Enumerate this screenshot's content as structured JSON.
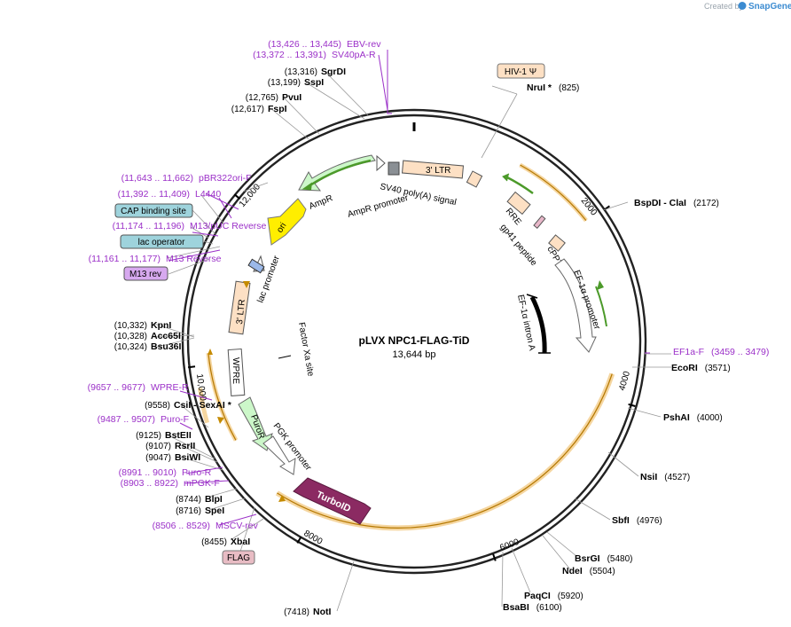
{
  "credit": {
    "text": "Created by",
    "brand": "SnapGene"
  },
  "plasmid": {
    "name": "pLVX NPC1-FLAG-TiD",
    "length_label": "13,644 bp"
  },
  "ticks": [
    "2000",
    "4000",
    "6000",
    "8000",
    "10,000",
    "12,000"
  ],
  "features": [
    {
      "name": "3' LTR",
      "type": "box",
      "color": "#fde0c4"
    },
    {
      "name": "SV40 poly(A) signal",
      "type": "label",
      "color": "#ffffff"
    },
    {
      "name": "AmpR",
      "type": "arrow",
      "color": "#ccf7c9"
    },
    {
      "name": "AmpR promoter",
      "type": "arrow",
      "color": "#ffffff"
    },
    {
      "name": "ori",
      "type": "arrow",
      "color": "#ffee00"
    },
    {
      "name": "lac promoter",
      "type": "arrow",
      "color": "#ffffff"
    },
    {
      "name": "3' LTR",
      "type": "box",
      "color": "#fde0c4"
    },
    {
      "name": "Factor Xa site",
      "type": "label",
      "color": "#ffffff"
    },
    {
      "name": "WPRE",
      "type": "box",
      "color": "#ffffff"
    },
    {
      "name": "PuroR",
      "type": "arrow",
      "color": "#ccf7c9"
    },
    {
      "name": "PGK promoter",
      "type": "arrow",
      "color": "#ffffff"
    },
    {
      "name": "TurboID",
      "type": "arrow",
      "color": "#8b2a62"
    },
    {
      "name": "RRE",
      "type": "box",
      "color": "#fde0c4"
    },
    {
      "name": "gp41 peptide",
      "type": "label",
      "color": "#ffffff"
    },
    {
      "name": "cPPT/CTS",
      "type": "box",
      "color": "#fde0c4"
    },
    {
      "name": "EF-1α promoter",
      "type": "arrow",
      "color": "#ffffff"
    },
    {
      "name": "EF-1α intron A",
      "type": "bar",
      "color": "#000000"
    }
  ],
  "enzymes": [
    {
      "name": "NruI *",
      "pos": "(825)"
    },
    {
      "name": "BspDI - ClaI",
      "pos": "(2172)"
    },
    {
      "name": "EcoRI",
      "pos": "(3571)"
    },
    {
      "name": "PshAI",
      "pos": "(4000)"
    },
    {
      "name": "NsiI",
      "pos": "(4527)"
    },
    {
      "name": "SbfI",
      "pos": "(4976)"
    },
    {
      "name": "BsrGI",
      "pos": "(5480)"
    },
    {
      "name": "NdeI",
      "pos": "(5504)"
    },
    {
      "name": "PaqCI",
      "pos": "(5920)"
    },
    {
      "name": "BsaBI",
      "pos": "(6100)"
    },
    {
      "name": "NotI",
      "pos": "(7418)"
    },
    {
      "name": "XbaI",
      "pos": "(8455)"
    },
    {
      "name": "SpeI",
      "pos": "(8716)"
    },
    {
      "name": "BlpI",
      "pos": "(8744)"
    },
    {
      "name": "BsiWI",
      "pos": "(9047)"
    },
    {
      "name": "RsrII",
      "pos": "(9107)"
    },
    {
      "name": "BstEII",
      "pos": "(9125)"
    },
    {
      "name": "CsiI - SexAI *",
      "pos": "(9558)"
    },
    {
      "name": "Bsu36I",
      "pos": "(10,324)"
    },
    {
      "name": "Acc65I",
      "pos": "(10,328)"
    },
    {
      "name": "KpnI",
      "pos": "(10,332)"
    },
    {
      "name": "FspI",
      "pos": "(12,617)"
    },
    {
      "name": "PvuI",
      "pos": "(12,765)"
    },
    {
      "name": "SspI",
      "pos": "(13,199)"
    },
    {
      "name": "SgrDI",
      "pos": "(13,316)"
    }
  ],
  "primers": [
    {
      "name": "EBV-rev",
      "pos": "(13,426 .. 13,445)"
    },
    {
      "name": "SV40pA-R",
      "pos": "(13,372 .. 13,391)"
    },
    {
      "name": "EF1a-F",
      "pos": "(3459 .. 3479)"
    },
    {
      "name": "pBR322ori-F",
      "pos": "(11,643 .. 11,662)"
    },
    {
      "name": "L4440",
      "pos": "(11,392 .. 11,409)"
    },
    {
      "name": "M13/pUC Reverse",
      "pos": "(11,174 .. 11,196)"
    },
    {
      "name": "M13 Reverse",
      "pos": "(11,161 .. 11,177)"
    },
    {
      "name": "WPRE-R",
      "pos": "(9657 .. 9677)"
    },
    {
      "name": "Puro-F",
      "pos": "(9487 .. 9507)"
    },
    {
      "name": "Puro-R",
      "pos": "(8991 .. 9010)"
    },
    {
      "name": "mPGK-F",
      "pos": "(8903 .. 8922)"
    },
    {
      "name": "MSCV-rev",
      "pos": "(8506 .. 8529)"
    }
  ],
  "boxed_labels": [
    {
      "name": "HIV-1 Ψ",
      "color": "#fde0c4"
    },
    {
      "name": "CAP binding site",
      "color": "#9ed3dc"
    },
    {
      "name": "lac operator",
      "color": "#9ed3dc"
    },
    {
      "name": "M13 rev",
      "color": "#d7a9ef"
    },
    {
      "name": "FLAG",
      "color": "#e8bcc4"
    }
  ]
}
